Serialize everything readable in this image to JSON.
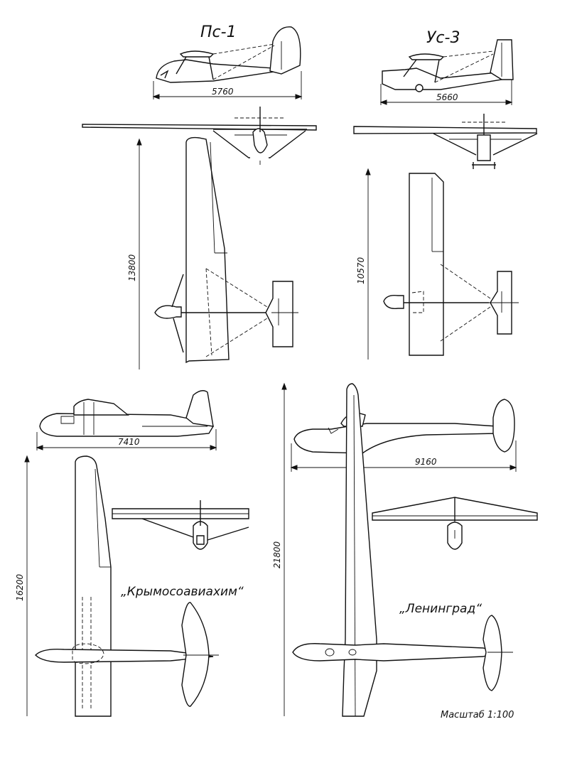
{
  "gliders": {
    "ps1": {
      "name": "Пс-1",
      "length": "5760",
      "span": "13800"
    },
    "us3": {
      "name": "Ус-3",
      "length": "5660",
      "span": "10570"
    },
    "krymosoaviakhim": {
      "name": "„Крымосоавиахим“",
      "length": "7410",
      "span": "16200"
    },
    "leningrad": {
      "name": "„Ленинград“",
      "length": "9160",
      "span": "21800"
    }
  },
  "scale_label": "Масштаб 1:100"
}
